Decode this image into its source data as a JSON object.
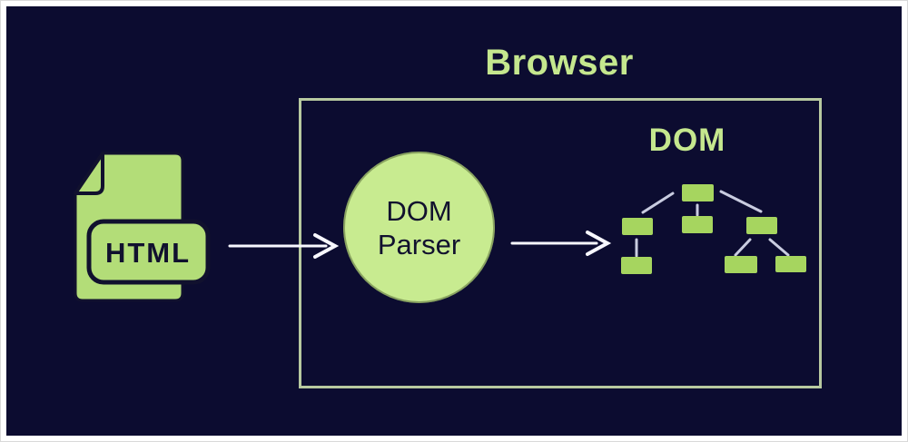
{
  "diagram": {
    "title": "Browser",
    "html_file": {
      "label": "HTML"
    },
    "parser": {
      "label": "DOM Parser",
      "lines": [
        "DOM",
        "Parser"
      ]
    },
    "dom_tree": {
      "label": "DOM",
      "nodes": [
        "root",
        "child-left",
        "child-center",
        "child-right",
        "leaf-of-left",
        "leaf-right-1",
        "leaf-right-2"
      ],
      "edges": [
        [
          "root",
          "child-left"
        ],
        [
          "root",
          "child-center"
        ],
        [
          "root",
          "child-right"
        ],
        [
          "child-left",
          "leaf-of-left"
        ],
        [
          "child-right",
          "leaf-right-1"
        ],
        [
          "child-right",
          "leaf-right-2"
        ]
      ]
    },
    "flow": [
      "HTML",
      "DOM Parser",
      "DOM"
    ],
    "colors": {
      "background": "#0c0c30",
      "frame": "#ffffff",
      "title_green": "#c5e78e",
      "box_border": "#b8c9a0",
      "file_green": "#b3dd78",
      "circle_green": "#c8eb90",
      "node_green": "#a6d55f",
      "edge_line": "#c9cce0",
      "arrow_white": "#f8f8ff",
      "dark_navy": "#11112e"
    }
  }
}
